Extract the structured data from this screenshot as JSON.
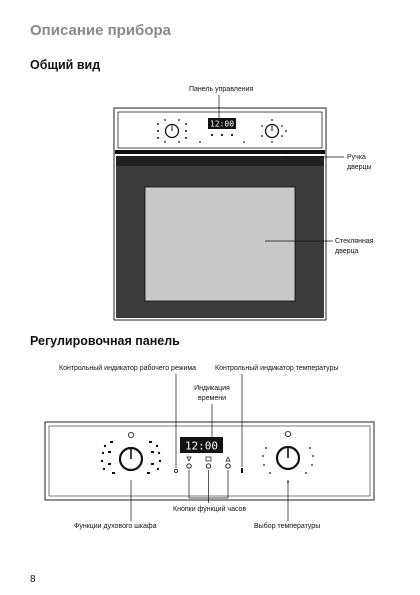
{
  "page": {
    "title": "Описание прибора",
    "page_number": "8"
  },
  "overview": {
    "heading": "Общий вид",
    "label_control_panel": "Панель управления",
    "label_handle": [
      "Ручка",
      "дверцы"
    ],
    "label_glass": [
      "Стеклянная",
      "дверца"
    ],
    "display_time": "12:00"
  },
  "control_panel": {
    "heading": "Регулировочная панель",
    "label_mode_indicator": "Контрольный индикатор рабочего режима",
    "label_temp_indicator": "Контрольный индикатор температуры",
    "label_time_display": [
      "Индикация",
      "времени"
    ],
    "label_clock_buttons": "Кнопки функций часов",
    "label_oven_functions": "Функции духового шкафа",
    "label_temp_selector": "Выбор температуры",
    "display_time": "12:00"
  }
}
